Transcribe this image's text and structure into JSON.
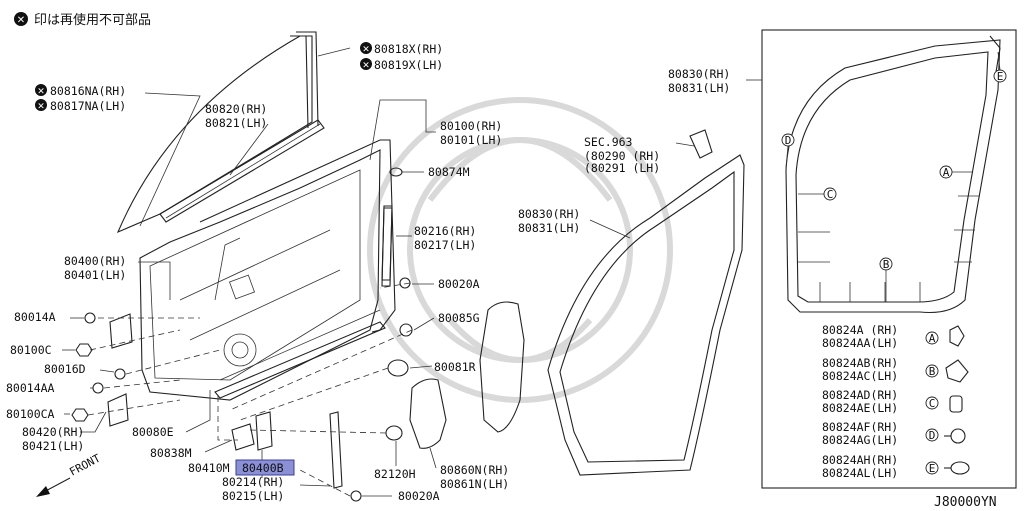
{
  "note": "印は再使用不可部品",
  "footer_code": "J80000YN",
  "front_label": "FRONT",
  "sec_ref": {
    "line1": "SEC.963",
    "line2": "(80290 (RH)",
    "line3": "(80291 (LH)"
  },
  "labels": {
    "p80818": "80818X(RH)",
    "p80819": "80819X(LH)",
    "p80816": "80816NA(RH)",
    "p80817": "80817NA(LH)",
    "p80820": "80820(RH)",
    "p80821": "80821(LH)",
    "p80100": "80100(RH)",
    "p80101": "80101(LH)",
    "p80874": "80874M",
    "p80216": "80216(RH)",
    "p80217": "80217(LH)",
    "p80020a_top": "80020A",
    "p80085": "80085G",
    "p80081": "80081R",
    "p80400": "80400(RH)",
    "p80401": "80401(LH)",
    "p80014a": "80014A",
    "p80100c": "80100C",
    "p80016": "80016D",
    "p80014aa": "80014AA",
    "p80100ca": "80100CA",
    "p80420": "80420(RH)",
    "p80421": "80421(LH)",
    "p80080": "80080E",
    "p80838": "80838M",
    "p80410": "80410M",
    "p80400b": "80400B",
    "p80214": "80214(RH)",
    "p80215": "80215(LH)",
    "p80020a_bot": "80020A",
    "p82120": "82120H",
    "p80860": "80860N(RH)",
    "p80861": "80861N(LH)",
    "p80830_mid": "80830(RH)",
    "p80831_mid": "80831(LH)",
    "p80830_box": "80830(RH)",
    "p80831_box": "80831(LH)"
  },
  "callouts": {
    "A": "A",
    "B": "B",
    "C": "C",
    "D": "D",
    "E": "E"
  },
  "legend": [
    {
      "line1": "80824A (RH)",
      "line2": "80824AA(LH)",
      "marker": "A"
    },
    {
      "line1": "80824AB(RH)",
      "line2": "80824AC(LH)",
      "marker": "B"
    },
    {
      "line1": "80824AD(RH)",
      "line2": "80824AE(LH)",
      "marker": "C"
    },
    {
      "line1": "80824AF(RH)",
      "line2": "80824AG(LH)",
      "marker": "D"
    },
    {
      "line1": "80824AH(RH)",
      "line2": "80824AL(LH)",
      "marker": "E"
    }
  ],
  "colors": {
    "highlight": "#8a8fd6",
    "ink": "#111111",
    "watermark": "#d9d9d9"
  }
}
